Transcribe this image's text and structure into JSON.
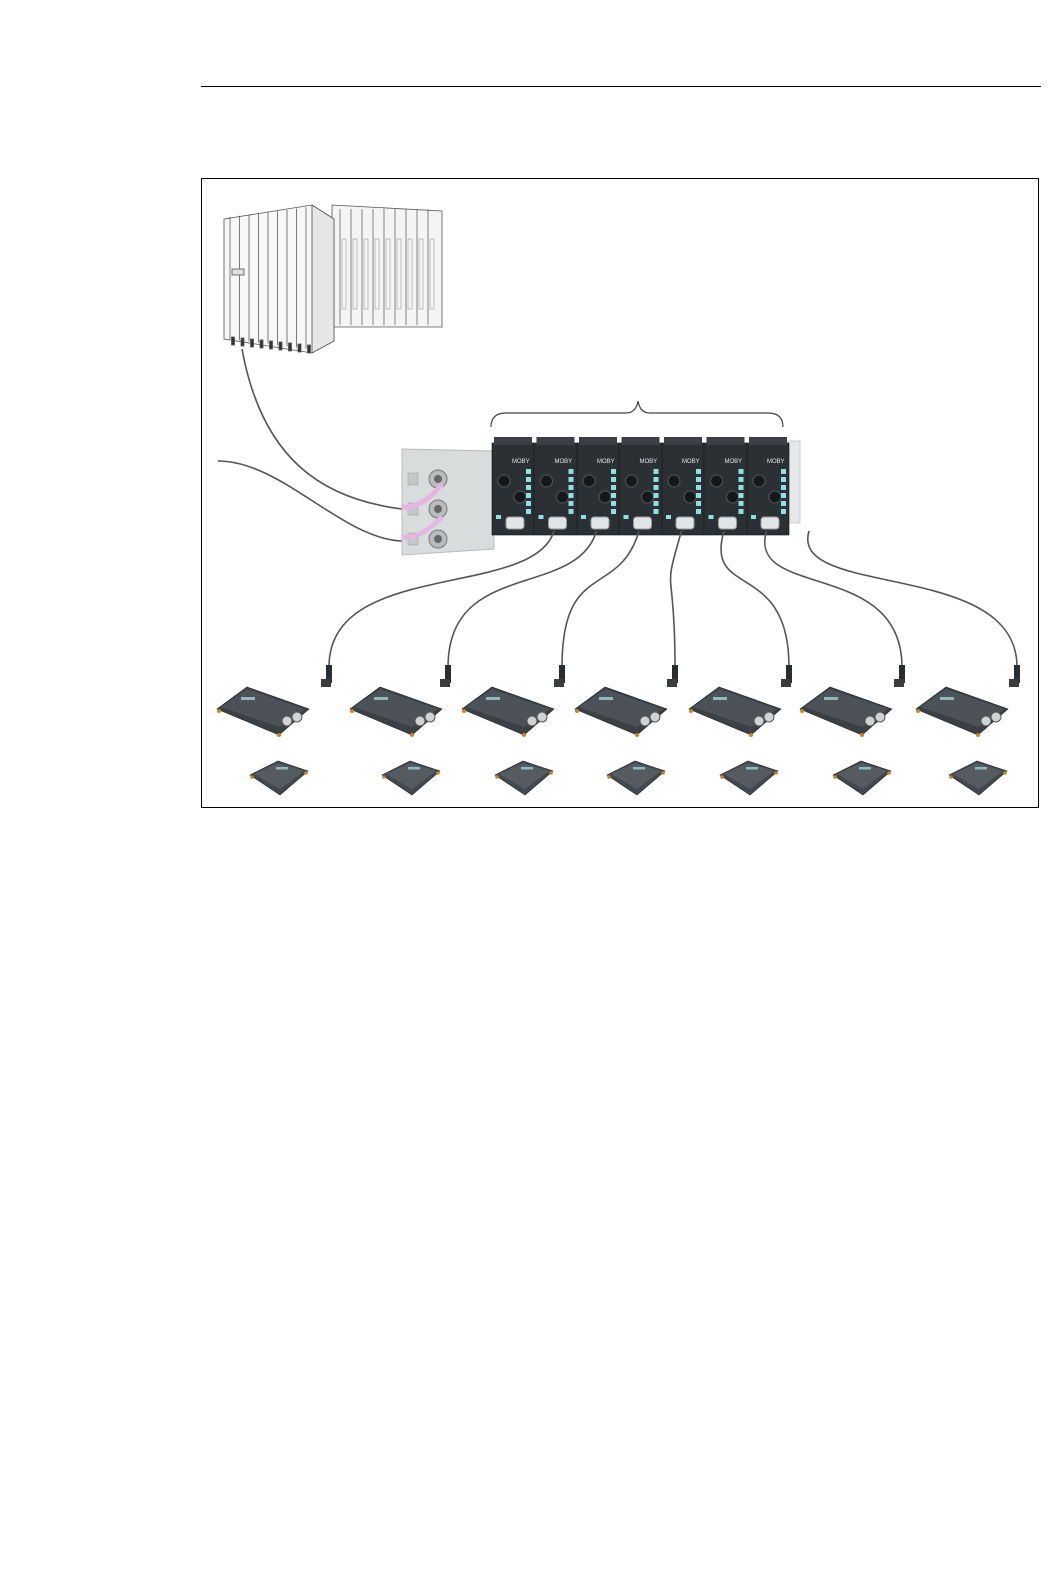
{
  "figure": {
    "module_label": "MOBY",
    "module_count": 7,
    "reader_count": 7,
    "tag_count": 7
  },
  "colors": {
    "plc_line": "#555555",
    "plc_fill": "#fafafa",
    "cable": "#555555",
    "pink_cable": "#e4b6e2",
    "module_body": "#2b3035",
    "module_led": "#8fe0e6",
    "reader_body": "#3b4045",
    "tag_body": "#43484d",
    "headmodule": "#d9dcdd"
  }
}
